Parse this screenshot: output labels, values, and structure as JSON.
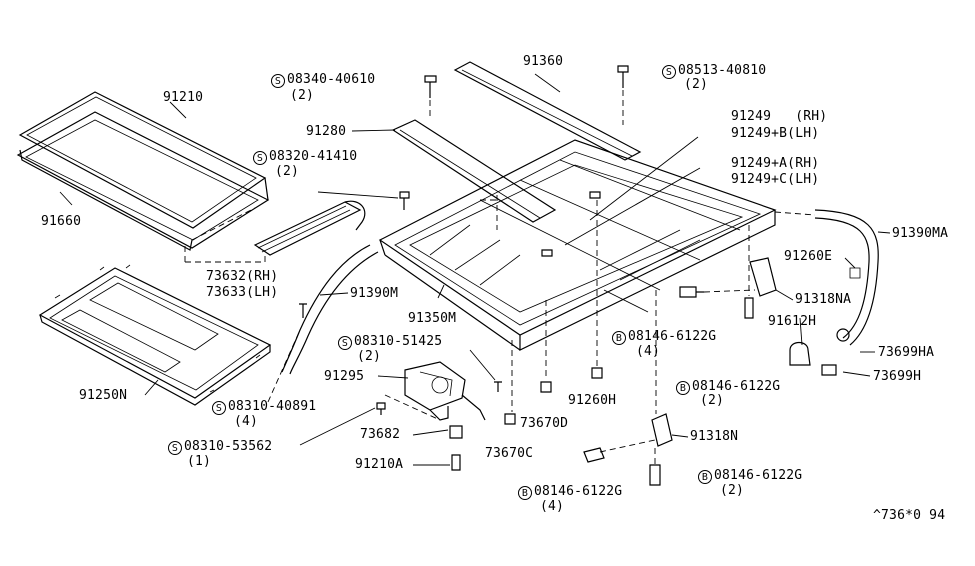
{
  "diagram": {
    "ref_code": "^736*0 94",
    "parts": {
      "p91210": "91210",
      "p91660": "91660",
      "p91250N": "91250N",
      "p91280": "91280",
      "p91360": "91360",
      "p91249_rh": "91249   (RH)",
      "p91249B_lh": "91249+B(LH)",
      "p91249A_rh": "91249+A(RH)",
      "p91249C_lh": "91249+C(LH)",
      "p73632": "73632(RH)",
      "p73633": "73633(LH)",
      "p91390M": "91390M",
      "p91350M": "91350M",
      "p91390MA": "91390MA",
      "p91260E": "91260E",
      "p91318NA": "91318NA",
      "p91612H": "91612H",
      "p73699HA": "73699HA",
      "p73699H": "73699H",
      "p91295": "91295",
      "p73682": "73682",
      "p91210A": "91210A",
      "p73670C": "73670C",
      "p73670D": "73670D",
      "p91260H": "91260H",
      "p91318N": "91318N"
    },
    "bolts": {
      "b08340": {
        "sym": "S",
        "num": "08340-40610",
        "qty": "(2)"
      },
      "b08513": {
        "sym": "S",
        "num": "08513-40810",
        "qty": "(2)"
      },
      "b08320": {
        "sym": "S",
        "num": "08320-41410",
        "qty": "(2)"
      },
      "b08310_51425": {
        "sym": "S",
        "num": "08310-51425",
        "qty": "(2)"
      },
      "b08310_40891": {
        "sym": "S",
        "num": "08310-40891",
        "qty": "(4)"
      },
      "b08310_53562": {
        "sym": "S",
        "num": "08310-53562",
        "qty": "(1)"
      },
      "b08146_a": {
        "sym": "B",
        "num": "08146-6122G",
        "qty": "(4)"
      },
      "b08146_b": {
        "sym": "B",
        "num": "08146-6122G",
        "qty": "(2)"
      },
      "b08146_c": {
        "sym": "B",
        "num": "08146-6122G",
        "qty": "(4)"
      },
      "b08146_d": {
        "sym": "B",
        "num": "08146-6122G",
        "qty": "(2)"
      }
    }
  }
}
